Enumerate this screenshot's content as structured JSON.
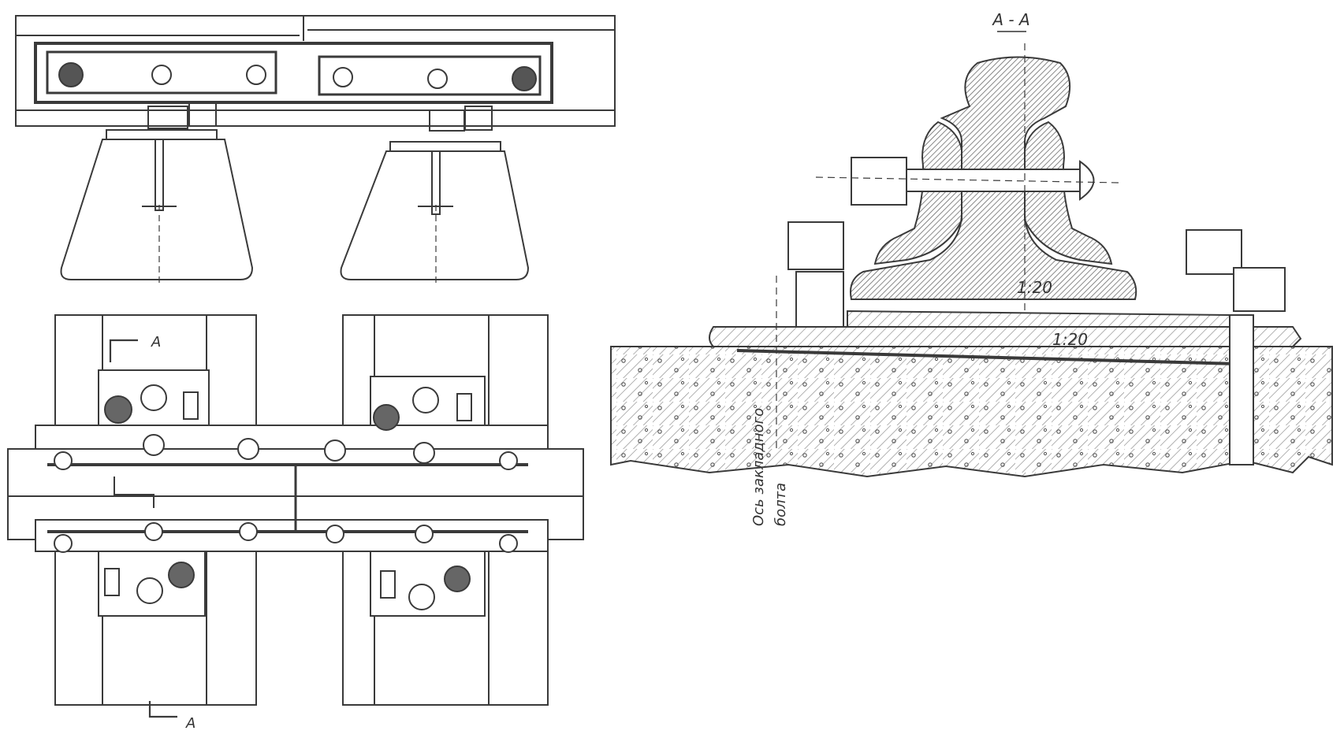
{
  "labels": {
    "section_marker_top": "A",
    "section_marker_bottom": "A",
    "section_title": "A - A",
    "slope_upper": "1:20",
    "slope_lower": "1:20",
    "bolt_axis_line1": "Ось закладного",
    "bolt_axis_line2": "болта"
  },
  "colors": {
    "ink": "#3a3a3a",
    "hatch": "#8a8a8a",
    "paper": "#ffffff"
  }
}
